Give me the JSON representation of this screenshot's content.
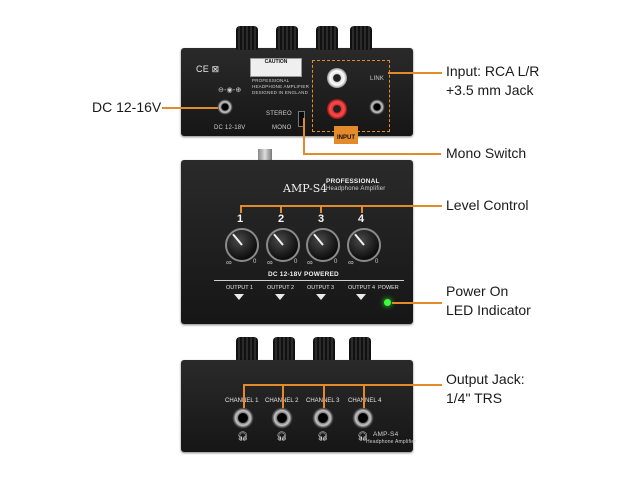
{
  "callouts": {
    "input_line1": "Input: RCA L/R",
    "input_line2": "+3.5 mm Jack",
    "dc": "DC 12-16V",
    "mono": "Mono Switch",
    "level": "Level Control",
    "power_line1": "Power On",
    "power_line2": "LED Indicator",
    "output_line1": "Output Jack:",
    "output_line2": "1/4\" TRS"
  },
  "back_panel": {
    "ce_mark": "CE ⊠",
    "caution_label": "CAUTION",
    "spec_line1": "PROFESSIONAL",
    "spec_line2": "HEADPHONE AMPLIFIER",
    "spec_line3": "DESIGNED IN ENGLAND",
    "link_label": "LINK",
    "stereo_label": "STEREO",
    "mono_label": "MONO",
    "input_label": "INPUT",
    "dc_label": "DC 12-18V"
  },
  "top_panel": {
    "model": "AMP-S4",
    "brand_line1": "PROFESSIONAL",
    "brand_line2": "Headphone Amplifier",
    "powered": "DC 12-18V POWERED",
    "channels": [
      "1",
      "2",
      "3",
      "4"
    ],
    "scale_min": "∞",
    "scale_max": "0",
    "outputs": [
      "OUTPUT 1",
      "OUTPUT 2",
      "OUTPUT 3",
      "OUTPUT 4"
    ],
    "power": "POWER"
  },
  "front_panel": {
    "channels": [
      "CHANNEL 1",
      "CHANNEL 2",
      "CHANNEL 3",
      "CHANNEL 4"
    ],
    "model": "AMP-S4",
    "subtitle": "Headphone Amplifier",
    "hp_icon": "headphone-icon"
  },
  "colors": {
    "accent": "#e38a2a",
    "led": "#39ff3a",
    "body": "#1c1c1c"
  }
}
